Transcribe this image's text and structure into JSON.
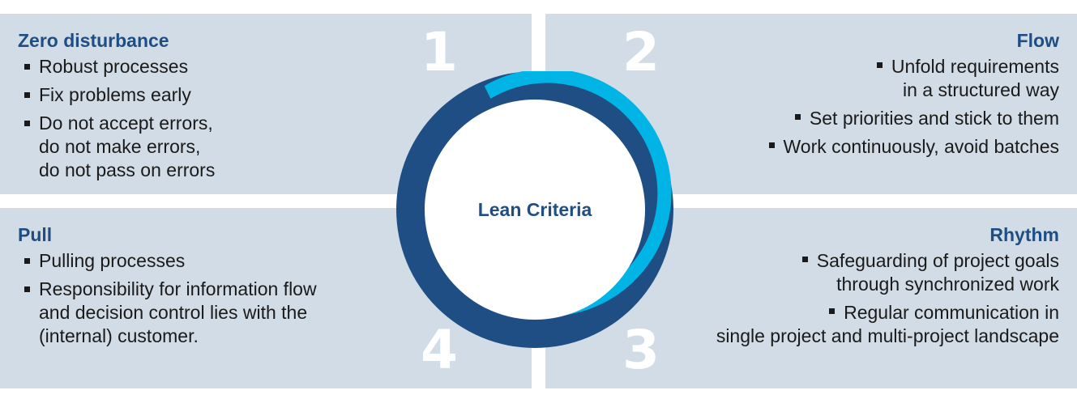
{
  "center": {
    "label": "Lean Criteria"
  },
  "quadrants": {
    "q1": {
      "number": "1",
      "title": "Zero disturbance",
      "bullets": [
        "Robust processes",
        "Fix problems early",
        "Do not accept errors,\ndo not make errors,\ndo not pass on errors"
      ]
    },
    "q2": {
      "number": "2",
      "title": "Flow",
      "bullets": [
        "Unfold requirements\nin a structured way",
        "Set priorities and stick to them",
        "Work continuously, avoid batches"
      ]
    },
    "q3": {
      "number": "3",
      "title": "Rhythm",
      "bullets": [
        "Safeguarding of project goals\nthrough synchronized work",
        "Regular communication in\nsingle project and multi-project landscape"
      ]
    },
    "q4": {
      "number": "4",
      "title": "Pull",
      "bullets": [
        "Pulling processes",
        "Responsibility for information flow\nand decision control lies with the\n(internal) customer."
      ]
    }
  },
  "colors": {
    "panel": "#d2dce6",
    "title": "#1f4e85",
    "ring_outer": "#1f4e85",
    "ring_inner": "#00b4e6"
  }
}
